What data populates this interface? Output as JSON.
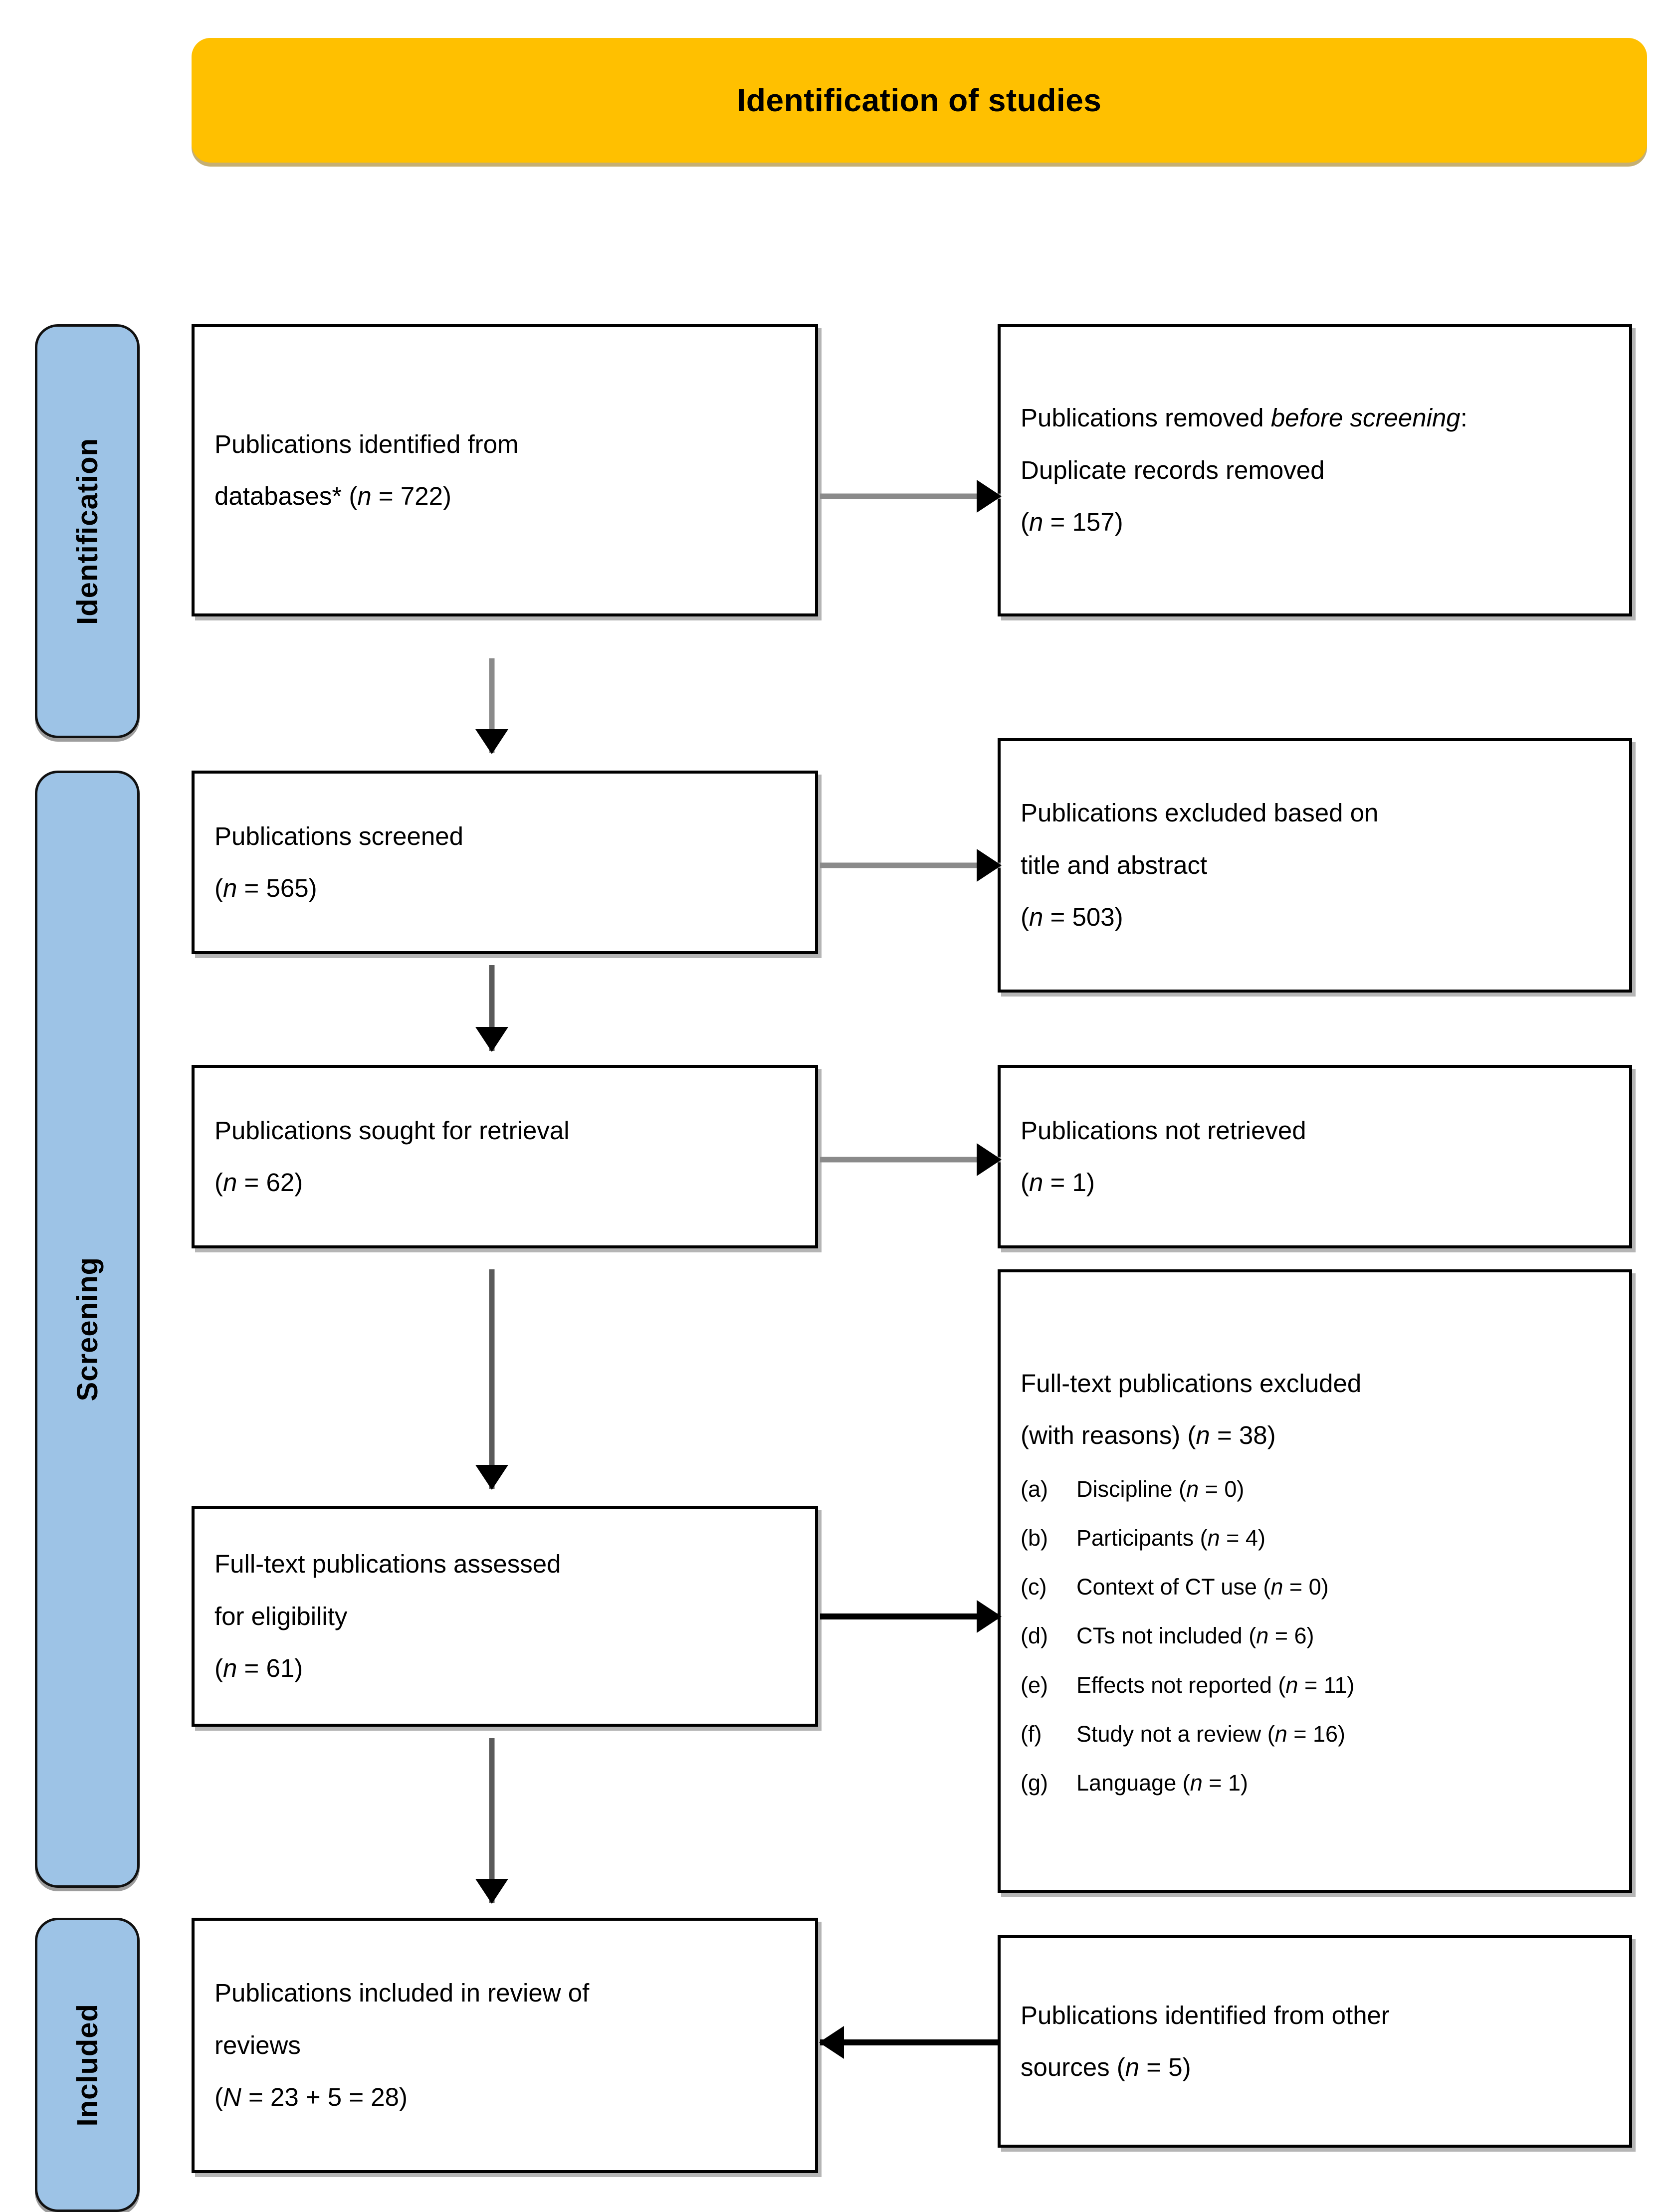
{
  "banner": {
    "title": "Identification of studies"
  },
  "phases": [
    {
      "id": "identification",
      "label": "Identification"
    },
    {
      "id": "screening",
      "label": "Screening"
    },
    {
      "id": "included",
      "label": "Included"
    }
  ],
  "colors": {
    "banner_fill": "#FFC000",
    "phase_fill": "#9DC3E6",
    "box_border": "#000000",
    "arrow_shaft": "#8a8a8a",
    "arrow_head": "#000000"
  },
  "boxes": {
    "identified": {
      "line1": "Publications identified from",
      "line2_pre": "databases* (",
      "line2_italic": "n",
      "line2_post": " = 722)"
    },
    "removed": {
      "line1_pre": "Publications removed ",
      "line1_italic": "before screening",
      "line1_post": ":",
      "line2": "Duplicate records removed",
      "line3_pre": "(",
      "line3_italic": "n",
      "line3_post": " = 157)"
    },
    "screened": {
      "line1": "Publications screened",
      "line2_pre": "(",
      "line2_italic": "n",
      "line2_post": " = 565)"
    },
    "excluded_title_abstract": {
      "line1": "Publications excluded based on",
      "line2": "title and abstract",
      "line3_pre": "(",
      "line3_italic": "n",
      "line3_post": " = 503)"
    },
    "sought": {
      "line1": "Publications sought for retrieval",
      "line2_pre": "(",
      "line2_italic": "n",
      "line2_post": " = 62)"
    },
    "not_retrieved": {
      "line1": "Publications not retrieved",
      "line2_pre": "(",
      "line2_italic": "n",
      "line2_post": " = 1)"
    },
    "fulltext_assessed": {
      "line1": "Full-text publications assessed",
      "line2": "for eligibility",
      "line3_pre": "(",
      "line3_italic": "n",
      "line3_post": " = 61)"
    },
    "excluded_fulltext": {
      "line1": "Full-text publications excluded",
      "line2_pre": "(with reasons) (",
      "line2_italic": "n",
      "line2_post": " = 38)",
      "reasons": [
        {
          "label": "(a)",
          "text_pre": "Discipline (",
          "italic": "n",
          "text_post": " = 0)"
        },
        {
          "label": "(b)",
          "text_pre": "Participants (",
          "italic": "n",
          "text_post": " = 4)"
        },
        {
          "label": "(c)",
          "text_pre": "Context of CT use (",
          "italic": "n",
          "text_post": " = 0)"
        },
        {
          "label": "(d)",
          "text_pre": "CTs not included (",
          "italic": "n",
          "text_post": " = 6)"
        },
        {
          "label": "(e)",
          "text_pre": "Effects not reported (",
          "italic": "n",
          "text_post": " = 11)"
        },
        {
          "label": "(f)",
          "text_pre": "Study not a review (",
          "italic": "n",
          "text_post": " = 16)"
        },
        {
          "label": "(g)",
          "text_pre": "Language (",
          "italic": "n",
          "text_post": " = 1)"
        }
      ]
    },
    "included_review": {
      "line1": "Publications included in review of",
      "line2": "reviews",
      "line3_pre": "(",
      "line3_italic": "N",
      "line3_post": " = 23 + 5 = 28)"
    },
    "other_sources": {
      "line1": "Publications identified from other",
      "line2_pre": "sources (",
      "line2_italic": "n",
      "line2_post": " = 5)"
    }
  }
}
